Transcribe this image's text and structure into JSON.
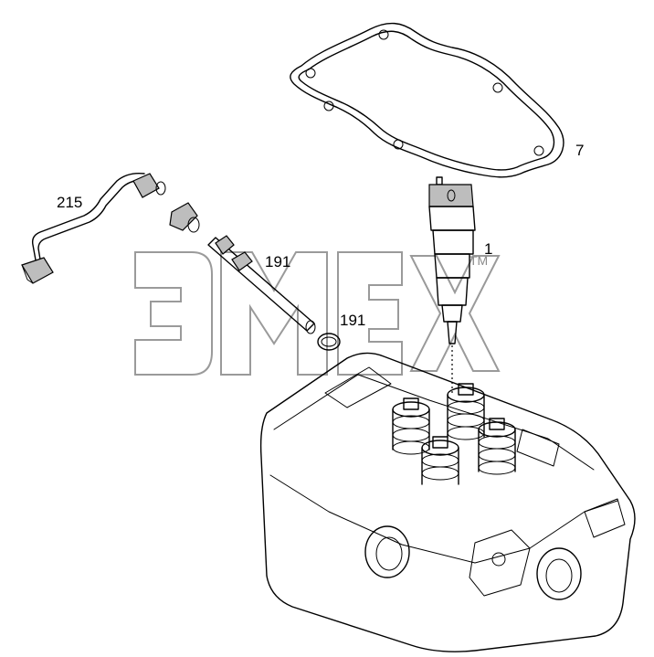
{
  "callouts": [
    {
      "id": "gasket",
      "label": "7"
    },
    {
      "id": "injector",
      "label": "1"
    },
    {
      "id": "pipe",
      "label": "215"
    },
    {
      "id": "sleeve",
      "label": "191"
    },
    {
      "id": "oring",
      "label": "191"
    }
  ],
  "watermark": {
    "text": "ЭМЕХ",
    "trademark": "TM"
  }
}
